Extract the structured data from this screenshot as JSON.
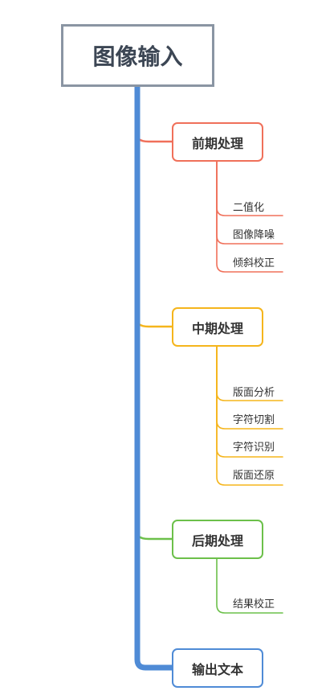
{
  "root": {
    "label": "图像输入",
    "color": "#8a95a3"
  },
  "trunk_color": "#4f8bd6",
  "stages": [
    {
      "label": "前期处理",
      "color": "#f0705a",
      "children": [
        "二值化",
        "图像降噪",
        "倾斜校正"
      ]
    },
    {
      "label": "中期处理",
      "color": "#f5b51c",
      "children": [
        "版面分析",
        "字符切割",
        "字符识别",
        "版面还原"
      ]
    },
    {
      "label": "后期处理",
      "color": "#6cc04a",
      "children": [
        "结果校正"
      ]
    },
    {
      "label": "输出文本",
      "color": "#4f8bd6",
      "children": []
    }
  ]
}
